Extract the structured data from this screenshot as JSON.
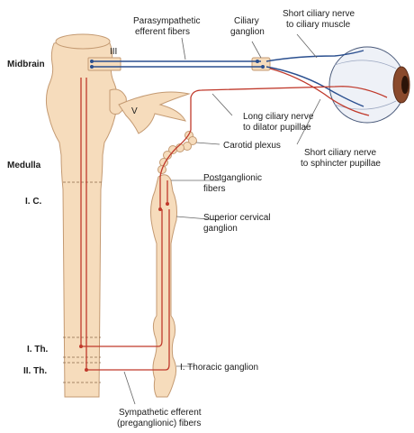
{
  "labels": {
    "midbrain": "Midbrain",
    "medulla": "Medulla",
    "ic": "I. C.",
    "ith": "I. Th.",
    "iith": "II. Th.",
    "cn3": "III",
    "cn5": "V",
    "parasympathetic_l1": "Parasympathetic",
    "parasympathetic_l2": "efferent fibers",
    "ciliary_ganglion_l1": "Ciliary",
    "ciliary_ganglion_l2": "ganglion",
    "short_ciliary_muscle_l1": "Short ciliary nerve",
    "short_ciliary_muscle_l2": "to ciliary muscle",
    "long_ciliary_l1": "Long ciliary nerve",
    "long_ciliary_l2": "to dilator pupillae",
    "short_ciliary_sphincter_l1": "Short ciliary nerve",
    "short_ciliary_sphincter_l2": "to sphincter pupillae",
    "carotid_plexus": "Carotid plexus",
    "postganglionic_l1": "Postganglionic",
    "postganglionic_l2": "fibers",
    "superior_cervical_l1": "Superior cervical",
    "superior_cervical_l2": "ganglion",
    "thoracic_ganglion": "I. Thoracic ganglion",
    "sympathetic_l1": "Sympathetic efferent",
    "sympathetic_l2": "(preganglionic) fibers"
  },
  "colors": {
    "tissue_fill": "#f6dcbc",
    "tissue_stroke": "#c49a72",
    "parasympathetic_nerve": "#2a4f8f",
    "sympathetic_nerve": "#c0392b",
    "eye_fill": "#eef1f7",
    "iris": "#8a4a2c",
    "leader": "#666666"
  }
}
